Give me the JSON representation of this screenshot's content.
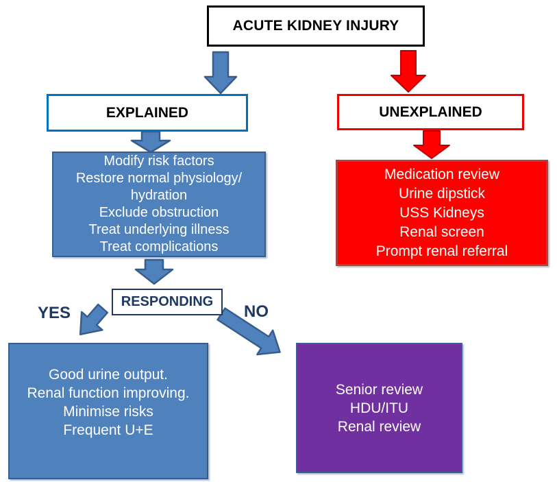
{
  "flowchart": {
    "title": "ACUTE KIDNEY INJURY",
    "explained_label": "EXPLAINED",
    "unexplained_label": "UNEXPLAINED",
    "explained_actions": [
      "Modify risk factors",
      "Restore normal physiology/",
      "hydration",
      "Exclude obstruction",
      "Treat underlying illness",
      "Treat complications"
    ],
    "unexplained_actions": [
      "Medication review",
      "Urine dipstick",
      "USS Kidneys",
      "Renal screen",
      "Prompt renal referral"
    ],
    "responding_label": "RESPONDING",
    "yes_label": "YES",
    "no_label": "NO",
    "responding_yes_outcomes": [
      "Good urine output.",
      "Renal function improving.",
      "Minimise risks",
      "Frequent U+E"
    ],
    "responding_no_outcomes": [
      "Senior review",
      "HDU/ITU",
      "Renal review"
    ]
  },
  "arrows": [
    {
      "name": "arrow-down-explained-icon",
      "direction": "down",
      "color": "#4F81BD"
    },
    {
      "name": "arrow-down-unexplained-icon",
      "direction": "down",
      "color": "#FE0000"
    },
    {
      "name": "arrow-explained-to-actions-icon",
      "direction": "down",
      "color": "#4F81BD"
    },
    {
      "name": "arrow-unexplained-to-actions-icon",
      "direction": "down",
      "color": "#FE0000"
    },
    {
      "name": "arrow-actions-to-responding-icon",
      "direction": "down",
      "color": "#4F81BD"
    },
    {
      "name": "arrow-yes-icon",
      "direction": "down-left",
      "color": "#4F81BD"
    },
    {
      "name": "arrow-no-icon",
      "direction": "down-right",
      "color": "#4F81BD"
    }
  ],
  "colors": {
    "blue_fill": "#4F81BD",
    "blue_border": "#385D8A",
    "bright_blue_border": "#0070C0",
    "red_fill": "#FE0000",
    "red_border": "#A94442",
    "purple_fill": "#7030A0",
    "purple_border": "#3A6090",
    "navy_text": "#1F3864",
    "black": "#000000"
  }
}
